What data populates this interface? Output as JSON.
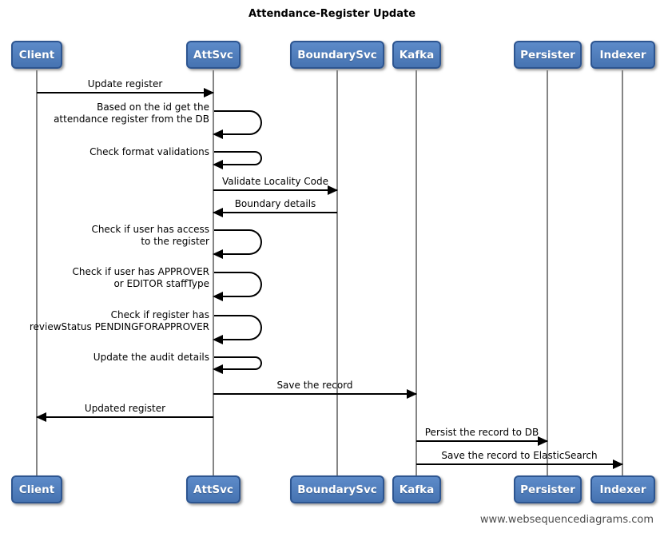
{
  "diagram": {
    "title": "Attendance-Register Update",
    "watermark": "www.websequencediagrams.com",
    "colors": {
      "actor_fill_top": "#5d8bc9",
      "actor_fill_bottom": "#4673b1",
      "actor_border": "#2d5590",
      "actor_text": "#ffffff",
      "lifeline": "#858585",
      "message_line": "#000000",
      "label_text": "#000000",
      "watermark_text": "#4c4c4c"
    },
    "actors": [
      {
        "label": "Client"
      },
      {
        "label": "AttSvc"
      },
      {
        "label": "BoundarySvc"
      },
      {
        "label": "Kafka"
      },
      {
        "label": "Persister"
      },
      {
        "label": "Indexer"
      }
    ],
    "messages": [
      {
        "from": "Client",
        "to": "AttSvc",
        "kind": "arrow",
        "label": "Update register"
      },
      {
        "from": "AttSvc",
        "to": "AttSvc",
        "kind": "self",
        "label": "Based on the id get the\nattendance register from the DB"
      },
      {
        "from": "AttSvc",
        "to": "AttSvc",
        "kind": "self",
        "label": "Check format validations"
      },
      {
        "from": "AttSvc",
        "to": "BoundarySvc",
        "kind": "arrow",
        "label": "Validate Locality Code"
      },
      {
        "from": "BoundarySvc",
        "to": "AttSvc",
        "kind": "arrow",
        "label": "Boundary details"
      },
      {
        "from": "AttSvc",
        "to": "AttSvc",
        "kind": "self",
        "label": "Check if user has access\nto the register"
      },
      {
        "from": "AttSvc",
        "to": "AttSvc",
        "kind": "self",
        "label": "Check if user has APPROVER\nor EDITOR staffType"
      },
      {
        "from": "AttSvc",
        "to": "AttSvc",
        "kind": "self",
        "label": "Check if register has\nreviewStatus PENDINGFORAPPROVER"
      },
      {
        "from": "AttSvc",
        "to": "AttSvc",
        "kind": "self",
        "label": "Update the audit details"
      },
      {
        "from": "AttSvc",
        "to": "Kafka",
        "kind": "arrow",
        "label": "Save the record"
      },
      {
        "from": "AttSvc",
        "to": "Client",
        "kind": "arrow",
        "label": "Updated register"
      },
      {
        "from": "Kafka",
        "to": "Persister",
        "kind": "arrow",
        "label": "Persist the record to DB"
      },
      {
        "from": "Kafka",
        "to": "Indexer",
        "kind": "arrow",
        "label": "Save the record to ElasticSearch"
      }
    ]
  }
}
